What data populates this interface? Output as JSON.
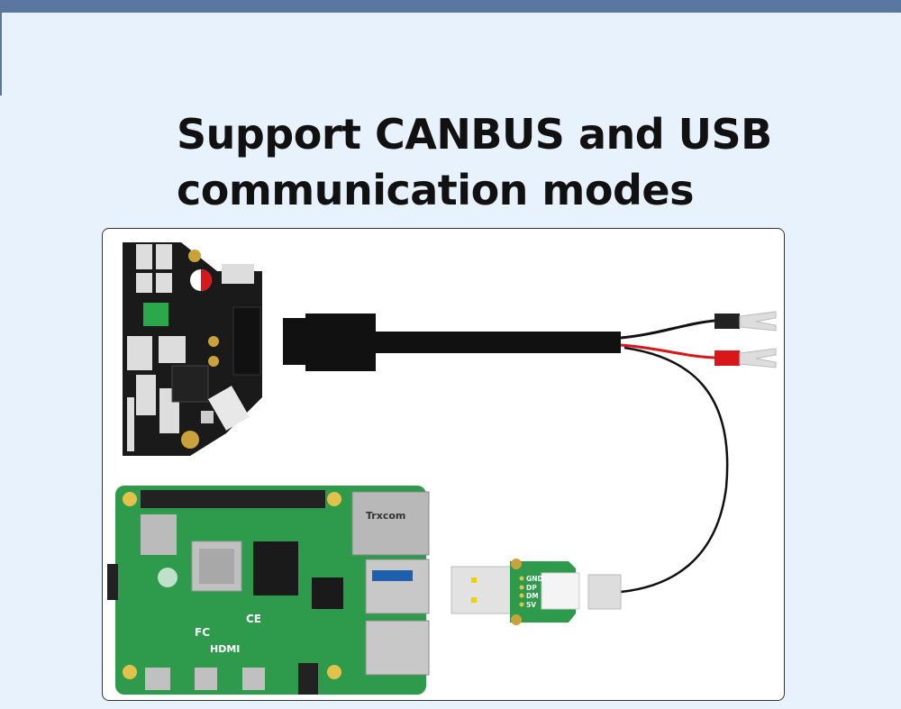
{
  "header": {
    "title_line1": "Support CANBUS and USB",
    "title_line2": "communication modes"
  },
  "illustration": {
    "usb_adapter_pins": [
      "GND",
      "DP",
      "DM",
      "5V"
    ],
    "pi_labels": {
      "hdmi": "HDMI",
      "ethernet": "Trxcom",
      "fcc": "FC",
      "ce": "CE"
    }
  },
  "colors": {
    "background": "#e8f2fd",
    "top_bar": "#5a77a0",
    "pi_green": "#2e9a4c",
    "board_black": "#1a1a1a",
    "red_wire": "#d8161b"
  }
}
